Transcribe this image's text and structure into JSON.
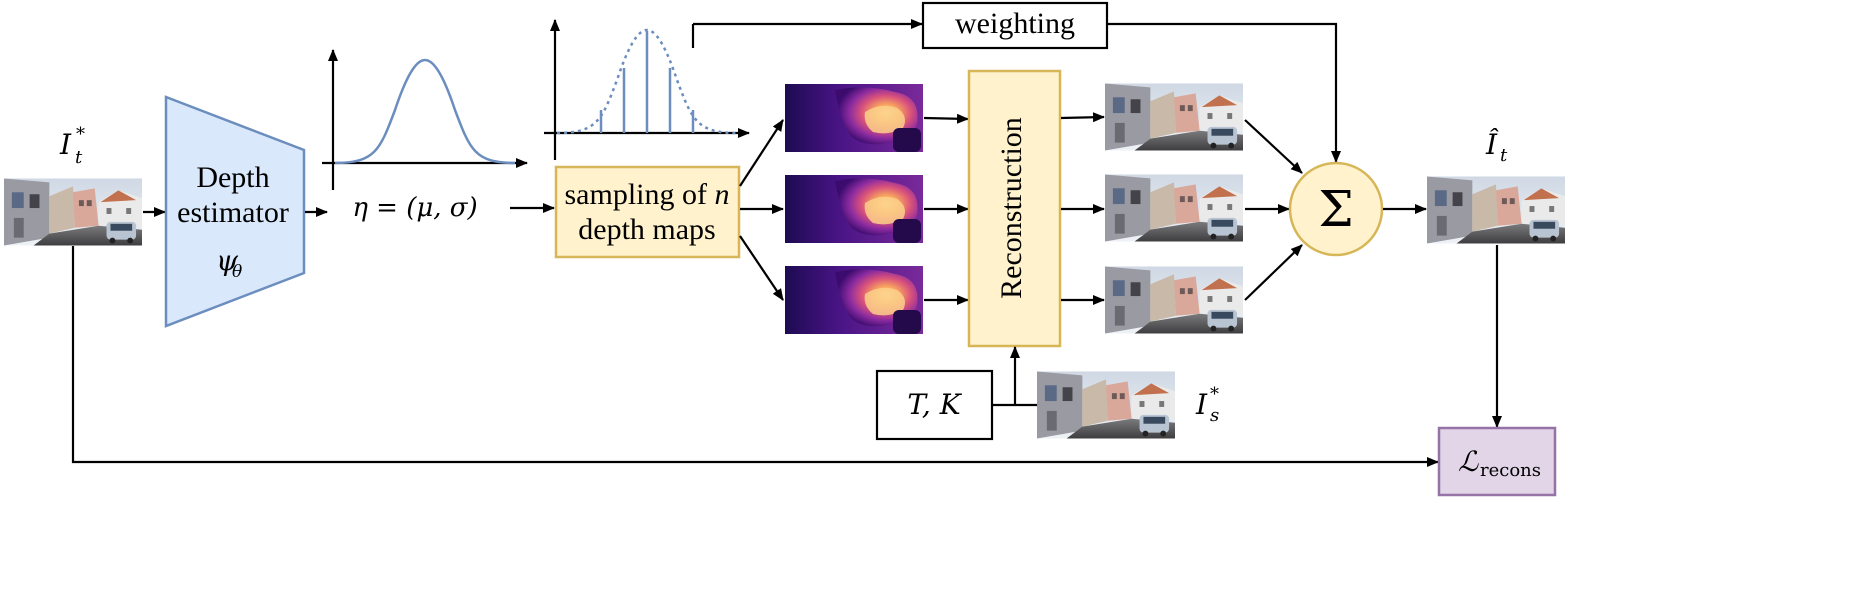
{
  "labels": {
    "input_image": "I",
    "input_sub": "t",
    "input_sup": "*",
    "depth_estimator_line1": "Depth",
    "depth_estimator_line2": "estimator",
    "depth_estimator_param": "ψ",
    "depth_estimator_param_sub": "θ",
    "distribution": "η = (μ, σ)",
    "sampling_line1": "sampling of ",
    "sampling_n": "n",
    "sampling_line2": "depth maps",
    "weighting": "weighting",
    "reconstruction": "Reconstruction",
    "sum": "Σ",
    "output_image": "Î",
    "output_sub": "t",
    "intrinsics": "T, K",
    "source_image": "I",
    "source_sub": "s",
    "source_sup": "*",
    "loss": "ℒ",
    "loss_sub": "recons"
  },
  "colors": {
    "depth_box_fill": "#dae8fc",
    "depth_box_stroke": "#6c8ebf",
    "yellow_fill": "#fff2cc",
    "yellow_stroke": "#d6b656",
    "loss_fill": "#e1d5e7",
    "loss_stroke": "#9673a6",
    "curve": "#6c8ebf"
  }
}
